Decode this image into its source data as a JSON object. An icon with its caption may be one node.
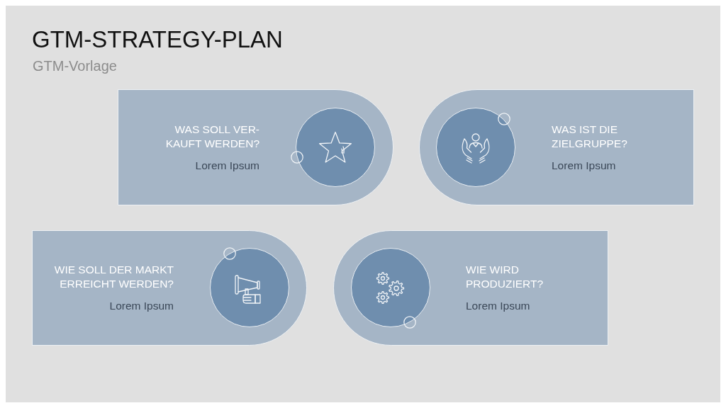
{
  "diagram": {
    "title": "GTM-STRATEGY-PLAN",
    "nodes": [
      {
        "text": [
          "WAS SOLL VER- KAUFT WERDEN?",
          "Lorem Ipsum"
        ]
      },
      {
        "text": [
          "WAS IST DIE ZIELGRUPPE?",
          "Lorem Ipsum"
        ]
      },
      {
        "text": [
          "WIE SOLL DER MARKT ERREICHT WERDEN?",
          "Lorem Ipsum"
        ]
      },
      {
        "text": [
          "WIE WIRD PRODUZIERT?",
          "Lorem Ipsum"
        ]
      }
    ],
    "labels": [
      "GTM-Vorlage"
    ]
  }
}
